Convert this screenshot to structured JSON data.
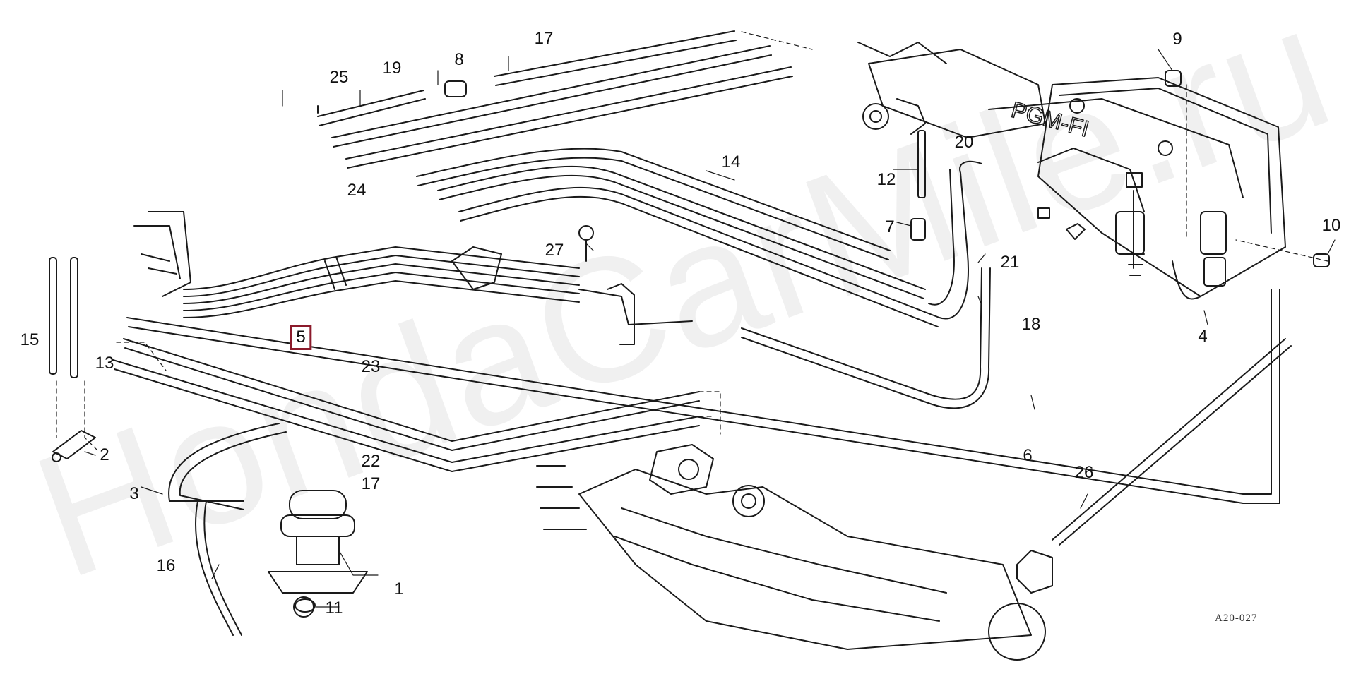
{
  "watermark": "HondaCarMile.ru",
  "figure_code": "A20-027",
  "highlight_color": "#8b1a2b",
  "line_color": "#1a1a1a",
  "callouts": {
    "n1": "1",
    "n2": "2",
    "n3": "3",
    "n4": "4",
    "n5": "5",
    "n6": "6",
    "n7": "7",
    "n8": "8",
    "n9": "9",
    "n10": "10",
    "n11": "11",
    "n12": "12",
    "n13": "13",
    "n14": "14",
    "n15": "15",
    "n16": "16",
    "n17a": "17",
    "n17b": "17",
    "n18": "18",
    "n19": "19",
    "n20": "20",
    "n21": "21",
    "n22": "22",
    "n23": "23",
    "n24": "24",
    "n25": "25",
    "n26": "26",
    "n27": "27"
  }
}
